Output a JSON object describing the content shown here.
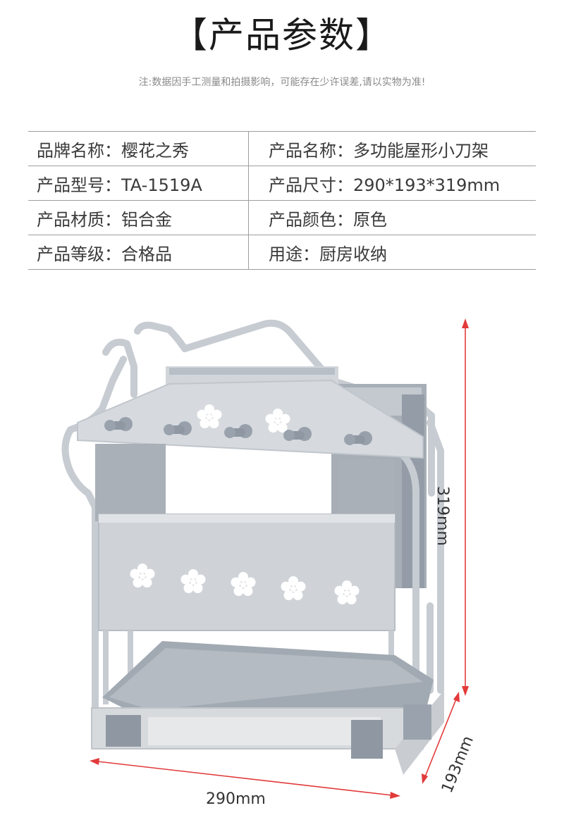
{
  "header": {
    "title": "【产品参数】",
    "note": "注:数据因手工测量和拍摄影响，可能存在少许误差,请以实物为准!"
  },
  "params": [
    {
      "left": "品牌名称：樱花之秀",
      "right": "产品名称：多功能屋形小刀架"
    },
    {
      "left": "产品型号：TA-1519A",
      "right": "产品尺寸：290*193*319mm"
    },
    {
      "left": "产品材质：铝合金",
      "right": "产品颜色：原色"
    },
    {
      "left": "产品等级：合格品",
      "right": "用途：厨房收纳"
    }
  ],
  "dimensions": {
    "width": "290mm",
    "depth": "193mm",
    "height": "319mm"
  },
  "colors": {
    "dimension_line": "#e23a3a",
    "frame": "#c7ccd2",
    "panel": "#aab1b8",
    "insert": "#9aa3ad"
  }
}
